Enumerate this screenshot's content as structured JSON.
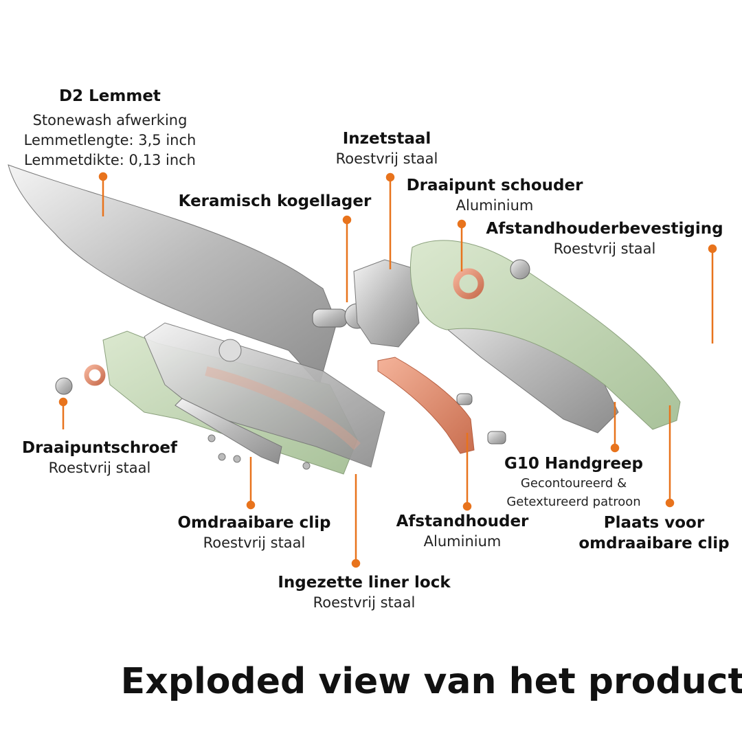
{
  "title": "Exploded view van het product",
  "accent": "#e8731c",
  "labels": {
    "blade": {
      "title": "D2 Lemmet",
      "lines": [
        "Stonewash afwerking",
        "Lemmetlengte: 3,5 inch",
        "Lemmetdikte: 0,13 inch"
      ]
    },
    "insert": {
      "title": "Inzetstaal",
      "sub": "Roestvrij staal"
    },
    "bearing": {
      "title": "Keramisch kogellager"
    },
    "pivot_shoulder": {
      "title": "Draaipunt schouder",
      "sub": "Aluminium"
    },
    "standoff_fix": {
      "title": "Afstandhouderbevestiging",
      "sub": "Roestvrij staal"
    },
    "pivot_screw": {
      "title": "Draaipuntschroef",
      "sub": "Roestvrij staal"
    },
    "clip": {
      "title": "Omdraaibare clip",
      "sub": "Roestvrij staal"
    },
    "liner": {
      "title": "Ingezette liner lock",
      "sub": "Roestvrij staal"
    },
    "standoff": {
      "title": "Afstandhouder",
      "sub": "Aluminium"
    },
    "handle": {
      "title": "G10 Handgreep",
      "lines": [
        "Gecontoureerd &",
        "Getextureerd patroon"
      ]
    },
    "clip_spot": {
      "title": "Plaats voor",
      "title2": "omdraaibare clip"
    }
  }
}
